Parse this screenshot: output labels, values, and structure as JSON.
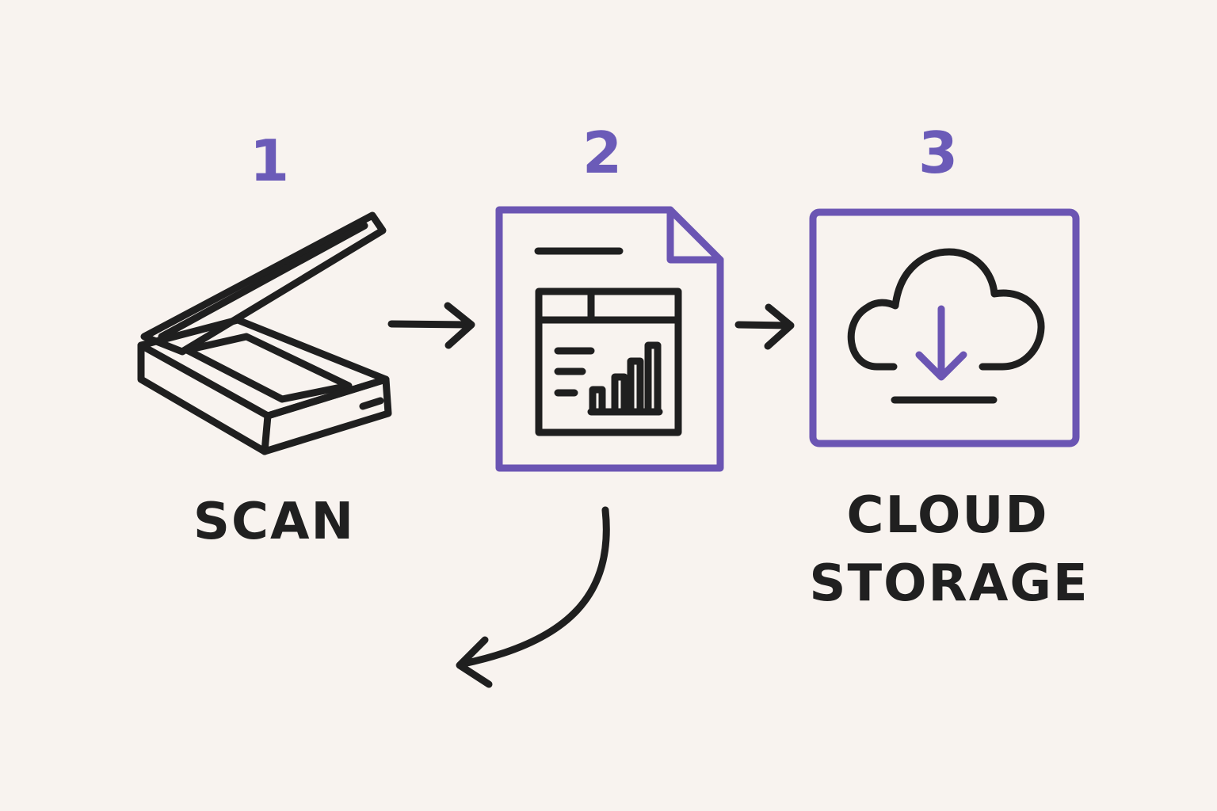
{
  "steps": [
    {
      "number": "1",
      "icon": "scanner-icon",
      "label": "SCAN"
    },
    {
      "number": "2",
      "icon": "document-report-icon",
      "label": ""
    },
    {
      "number": "3",
      "icon": "cloud-download-icon",
      "label_lines": [
        "CLOUD",
        "STORAGE"
      ]
    }
  ],
  "colors": {
    "background": "#f8f3ef",
    "ink": "#1f1f1f",
    "accent": "#6b55b3"
  }
}
